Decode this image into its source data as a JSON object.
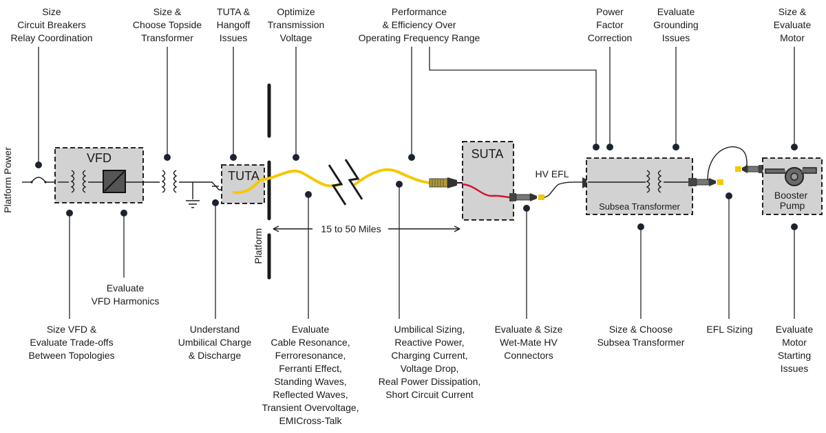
{
  "labels": {
    "size_breakers": [
      "Size",
      "Circuit Breakers",
      "Relay Coordination"
    ],
    "topside_transformer": [
      "Size &",
      "Choose Topside",
      "Transformer"
    ],
    "tuta_hangoff": [
      "TUTA &",
      "Hangoff",
      "Issues"
    ],
    "optimize_voltage": [
      "Optimize",
      "Transmission",
      "Voltage"
    ],
    "performance": [
      "Performance",
      "& Efficiency Over",
      "Operating Frequency Range"
    ],
    "power_factor": [
      "Power",
      "Factor",
      "Correction"
    ],
    "grounding": [
      "Evaluate",
      "Grounding",
      "Issues"
    ],
    "size_motor": [
      "Size &",
      "Evaluate",
      "Motor"
    ],
    "vfd_harmonics": [
      "Evaluate",
      "VFD Harmonics"
    ],
    "size_vfd": [
      "Size VFD &",
      "Evaluate Trade-offs",
      "Between Topologies"
    ],
    "umbilical_charge": [
      "Understand",
      "Umbilical Charge",
      "& Discharge"
    ],
    "cable_resonance": [
      "Evaluate",
      "Cable Resonance,",
      "Ferroresonance,",
      "Ferranti Effect,",
      "Standing Waves,",
      "Reflected Waves,",
      "Transient Overvoltage,",
      "EMICross-Talk"
    ],
    "umbilical_sizing": [
      "Umbilical Sizing,",
      "Reactive Power,",
      "Charging Current,",
      "Voltage Drop,",
      "Real Power Dissipation,",
      "Short Circuit Current"
    ],
    "wetmate": [
      "Evaluate & Size",
      "Wet-Mate HV",
      "Connectors"
    ],
    "subsea_transformer_size": [
      "Size & Choose",
      "Subsea Transformer"
    ],
    "efl_sizing": [
      "EFL Sizing"
    ],
    "motor_starting": [
      "Evaluate",
      "Motor",
      "Starting",
      "Issues"
    ]
  },
  "blocks": {
    "vfd": "VFD",
    "tuta": "TUTA",
    "suta": "SUTA",
    "subsea_transformer": "Subsea Transformer",
    "booster_pump": [
      "Booster",
      "Pump"
    ]
  },
  "annotations": {
    "platform_power": "Platform Power",
    "platform": "Platform",
    "distance": "15 to 50 Miles",
    "hv_efl": "HV EFL"
  },
  "colors": {
    "cable": "#f5c800",
    "red_lead": "#d8102a",
    "box_fill": "#d2d2d2",
    "dot": "#1c2330"
  }
}
